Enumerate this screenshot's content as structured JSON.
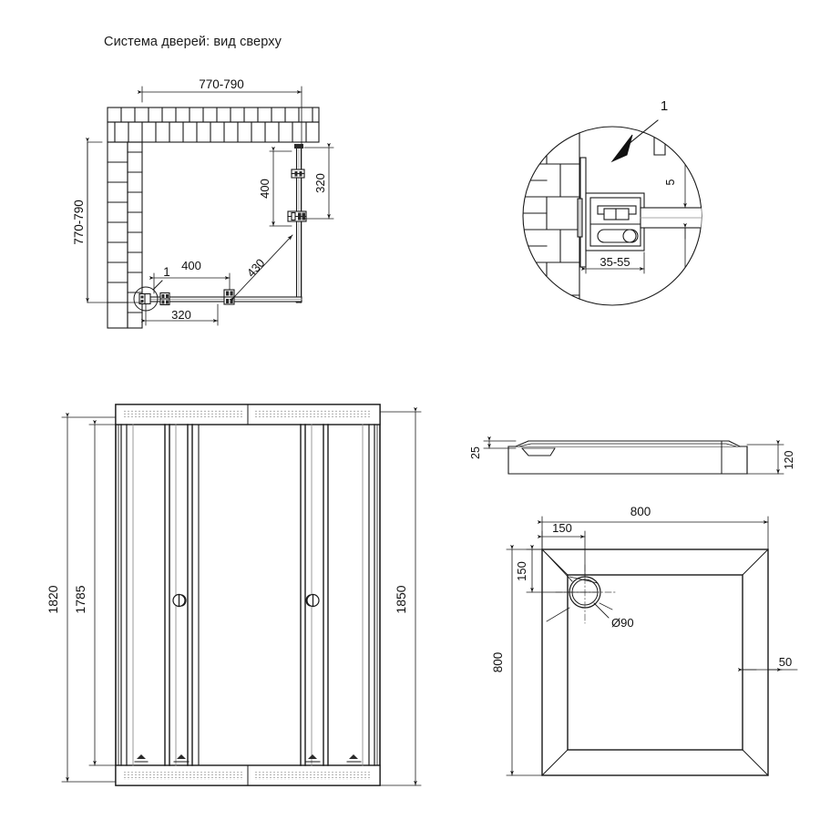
{
  "page": {
    "title": "Система дверей: вид сверху",
    "line_color": "#1a1a1a",
    "thin_color": "#4a4a4a",
    "glass_color": "#8e8e8e",
    "background": "#ffffff"
  },
  "views": {
    "top_plan": {
      "name": "Система дверей: вид сверху",
      "dimensions": {
        "width_top": "770-790",
        "height_left": "770-790",
        "door_right_inner": "400",
        "door_right_outer": "320",
        "door_bottom_inner": "400",
        "door_bottom_outer": "320",
        "diagonal": "430"
      },
      "callout": "1"
    },
    "detail_callout": {
      "label": "1",
      "dimensions": {
        "profile_range": "35-55",
        "glass_thickness": "5"
      }
    },
    "front_elevation": {
      "dimensions": {
        "overall_height": "1850",
        "frame_height": "1820",
        "glass_height": "1785"
      }
    },
    "tray_section": {
      "dimensions": {
        "lip_height": "25",
        "tray_height": "120"
      }
    },
    "tray_plan": {
      "dimensions": {
        "width": "800",
        "depth": "800",
        "drain_offset_x": "150",
        "drain_offset_y": "150",
        "drain_diameter": "Ø90",
        "rim_width": "50"
      }
    }
  },
  "icons": {
    "arrow": "arrow-icon",
    "leader": "leader-line-icon",
    "door_handle": "door-handle-icon",
    "drain": "drain-icon"
  }
}
